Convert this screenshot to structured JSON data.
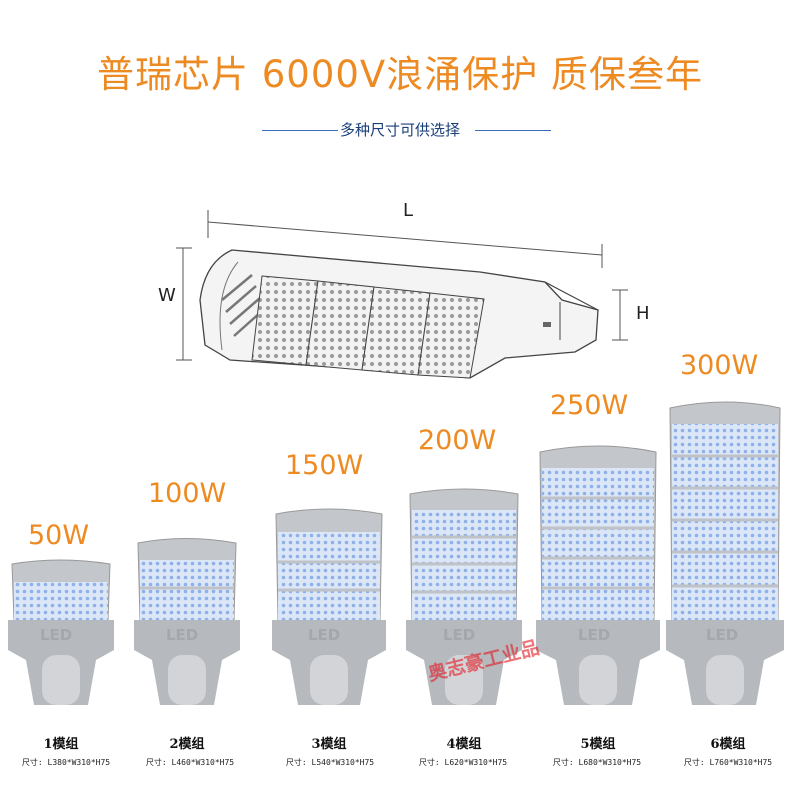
{
  "header": {
    "headline": "普瑞芯片 6000V浪涌保护 质保叁年",
    "subline": "多种尺寸可供选择"
  },
  "diagram": {
    "label_length": "L",
    "label_width": "W",
    "label_height": "H"
  },
  "products": [
    {
      "wattage": "50W",
      "modules": "1模组",
      "size": "尺寸: L380*W310*H75"
    },
    {
      "wattage": "100W",
      "modules": "2模组",
      "size": "尺寸: L460*W310*H75"
    },
    {
      "wattage": "150W",
      "modules": "3模组",
      "size": "尺寸: L540*W310*H75"
    },
    {
      "wattage": "200W",
      "modules": "4模组",
      "size": "尺寸: L620*W310*H75"
    },
    {
      "wattage": "250W",
      "modules": "5模组",
      "size": "尺寸: L680*W310*H75"
    },
    {
      "wattage": "300W",
      "modules": "6模组",
      "size": "尺寸: L760*W310*H75"
    }
  ],
  "lamp_housing_text": "LED",
  "watermark": "奥志豪工业品",
  "colors": {
    "accent": "#ee8a22",
    "rule": "#3a6db8",
    "housing": "#b9bcc0",
    "led": "#a9c4f2",
    "watermark": "#e11e28"
  }
}
